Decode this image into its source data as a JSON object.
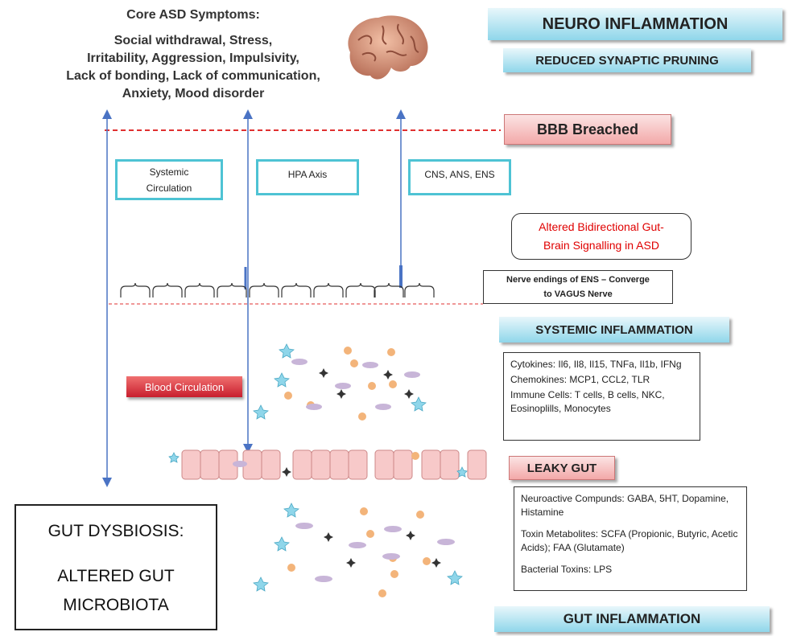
{
  "core": {
    "title": "Core ASD Symptoms:",
    "lines": [
      "Social withdrawal, Stress,",
      "Irritability, Aggression, Impulsivity,",
      "Lack of bonding, Lack of communication,",
      "Anxiety, Mood disorder"
    ]
  },
  "banners": {
    "neuro_inflammation": "NEURO INFLAMMATION",
    "reduced_pruning": "REDUCED SYNAPTIC PRUNING",
    "bbb": "BBB Breached",
    "systemic_inflammation": "SYSTEMIC INFLAMMATION",
    "blood_circulation": "Blood Circulation",
    "leaky_gut": "LEAKY GUT",
    "gut_inflammation": "GUT INFLAMMATION"
  },
  "pathways": {
    "systemic": [
      "Systemic",
      "Circulation"
    ],
    "hpa": "HPA Axis",
    "cns": "CNS, ANS, ENS"
  },
  "altered": [
    "Altered Bidirectional Gut-",
    "Brain Signalling in ASD"
  ],
  "nerve": [
    "Nerve endings of ENS – Converge",
    "to VAGUS Nerve"
  ],
  "cytokines": {
    "cytokines": "Cytokines: Il6, Il8, Il15, TNFa, Il1b, IFNg",
    "chemokines": "Chemokines: MCP1, CCL2, TLR",
    "immune": "Immune Cells: T cells, B cells, NKC, Eosinoplills, Monocytes"
  },
  "metabolites": {
    "neuroactive": "Neuroactive Compunds: GABA, 5HT, Dopamine, Histamine",
    "toxin": "Toxin Metabolites: SCFA (Propionic, Butyric, Acetic Acids); FAA (Glutamate)",
    "bacterial": "Bacterial Toxins: LPS"
  },
  "gut_dysbiosis": {
    "line1": "GUT DYSBIOSIS:",
    "line2": "ALTERED GUT",
    "line3": "MICROBIOTA"
  },
  "colors": {
    "arrow": "#4a73c4",
    "red_dash": "#e03030",
    "teal": "#4ec3d4",
    "star_blue": "#8fd6ea",
    "star_orange": "#f3b47a",
    "oval": "#c8b5d8",
    "cell": "#f7c9c9",
    "red_text": "#e00000"
  }
}
